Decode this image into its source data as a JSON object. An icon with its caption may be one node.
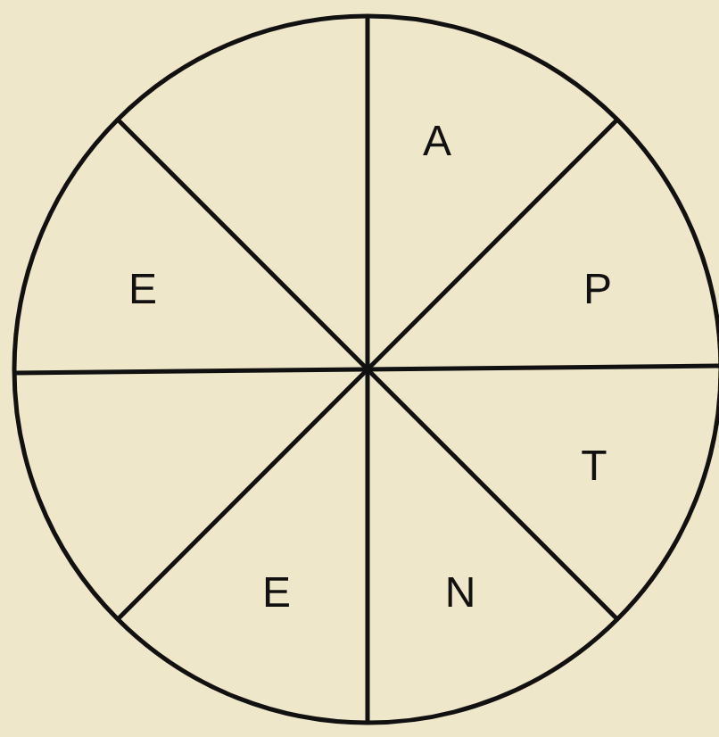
{
  "diagram": {
    "labels": [
      "A",
      "E",
      "P",
      "T",
      "E",
      "N"
    ]
  }
}
